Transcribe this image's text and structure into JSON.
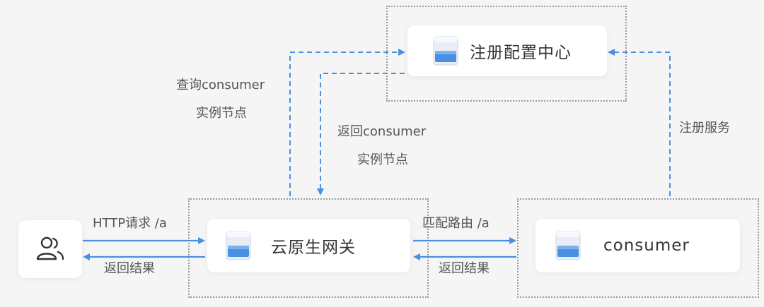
{
  "nodes": {
    "registry": {
      "label": "注册配置中心",
      "icon": "server-icon"
    },
    "gateway": {
      "label": "云原生网关",
      "icon": "server-icon"
    },
    "consumer": {
      "label": "consumer",
      "icon": "server-icon"
    },
    "user": {
      "icon": "users-icon"
    }
  },
  "edges": {
    "query": {
      "line1": "查询consumer",
      "line2": "实例节点"
    },
    "return": {
      "line1": "返回consumer",
      "line2": "实例节点"
    },
    "register": {
      "label": "注册服务"
    },
    "http_request": {
      "label": "HTTP请求 /a"
    },
    "return_result_left": {
      "label": "返回结果"
    },
    "match_route": {
      "label": "匹配路由 /a"
    },
    "return_result_right": {
      "label": "返回结果"
    }
  },
  "colors": {
    "arrow": "#4a90e2",
    "card": "#ffffff",
    "background": "#f5f5f6",
    "text": "#333333"
  }
}
